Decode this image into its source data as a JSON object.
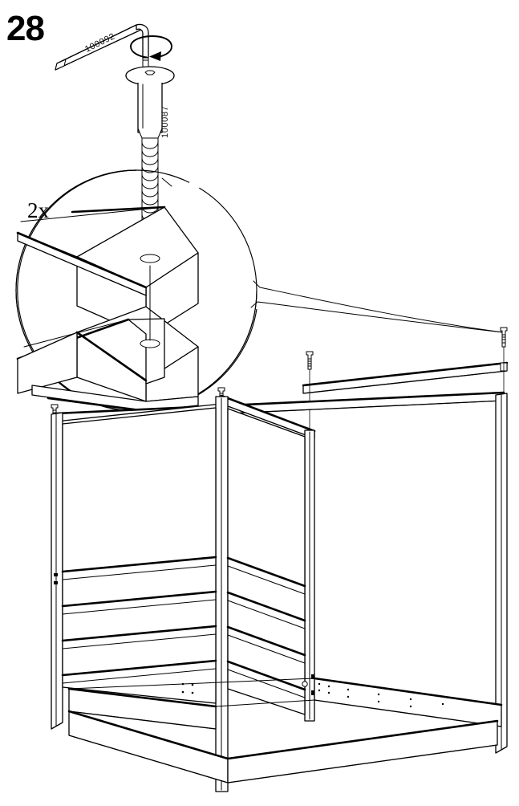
{
  "document": {
    "type": "furniture-assembly-instruction",
    "style": "line-drawing"
  },
  "step": {
    "number": "28"
  },
  "quantity": {
    "label": "2x"
  },
  "parts": [
    {
      "id": "allen-key",
      "part_number": "100092",
      "icon": "hex-key-icon",
      "description": "hex allen key with rotation arrow"
    },
    {
      "id": "bolt",
      "part_number": "100087",
      "icon": "screw-icon",
      "description": "pan head hex socket bolt with coarse coil thread"
    }
  ],
  "detail_callout": {
    "shape": "circle",
    "magnified_subject": "post-to-rail joint with bolt inserted",
    "quantity_note": "2x"
  },
  "assembly": {
    "product": "four-poster canopy bed frame",
    "components": [
      {
        "name": "canopy-side-rail-front",
        "state": "detached-above"
      },
      {
        "name": "canopy-side-rail-back",
        "state": "attached"
      },
      {
        "name": "headboard-panel",
        "state": "attached"
      },
      {
        "name": "bed-base-side-rail",
        "state": "attached"
      },
      {
        "name": "corner-post",
        "count": 4
      }
    ],
    "fasteners_shown": 4,
    "fastener_guide_lines": 4
  },
  "colors": {
    "line": "#000000",
    "fill": "#ffffff",
    "label": "#111111",
    "background": "#ffffff"
  }
}
